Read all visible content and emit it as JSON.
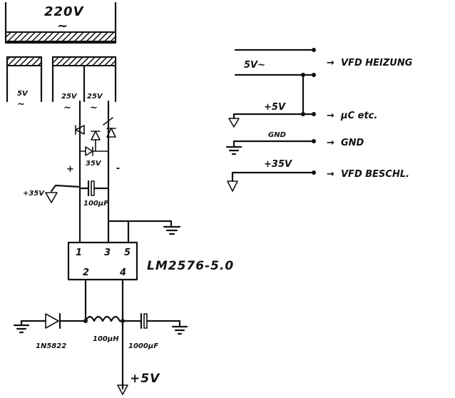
{
  "transformer": {
    "primary_label": "220V",
    "secondary_labels": [
      "5V",
      "25V",
      "25V"
    ]
  },
  "rectifier": {
    "voltage": "35V",
    "polarity_plus": "+",
    "polarity_minus": "-"
  },
  "input_cap": {
    "label": "100µF"
  },
  "supply_35v_label": "+35V",
  "regulator": {
    "name": "LM2576-5.0",
    "pins": [
      "1",
      "3",
      "5",
      "2",
      "4"
    ]
  },
  "output_stage": {
    "diode": "1N5822",
    "inductor": "100µH",
    "capacitor": "1000µF",
    "output_label": "+5V"
  },
  "connector": [
    {
      "net": "5V~",
      "dest": "VFD HEIZUNG"
    },
    {
      "net": "+5V",
      "dest": "µC etc."
    },
    {
      "net": "GND",
      "dest": "GND"
    },
    {
      "net": "+35V",
      "dest": "VFD BESCHL."
    }
  ],
  "tilde": "~",
  "arrow": "→"
}
